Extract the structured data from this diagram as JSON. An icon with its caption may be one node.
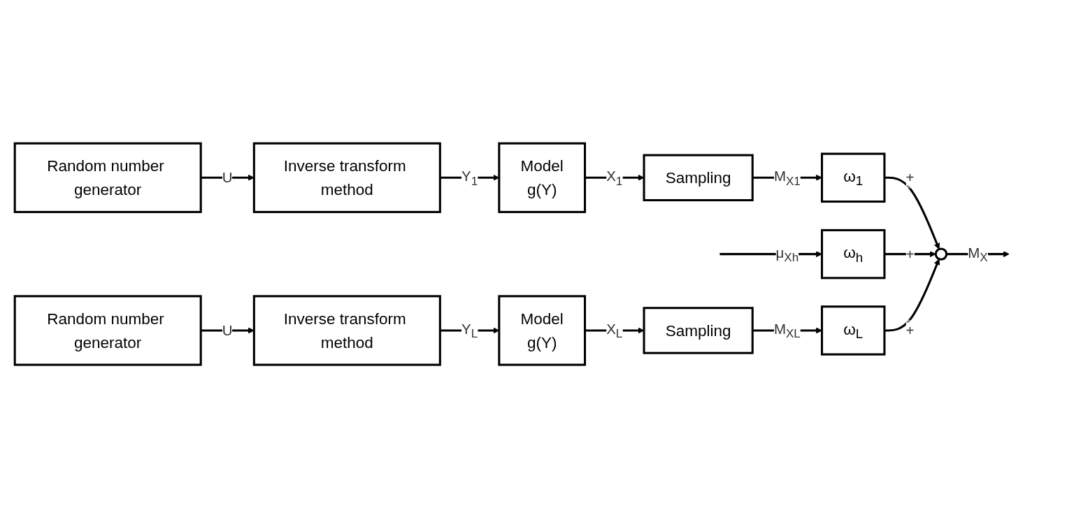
{
  "diagram": {
    "nodes": [
      {
        "text": [
          "Random number generator"
        ]
      },
      {
        "text": [
          "Inverse transform method"
        ]
      },
      {
        "text": [
          "Model",
          "g(Y)"
        ]
      },
      {
        "text": [
          "Sampling"
        ]
      },
      {
        "text": [
          "ω$_{1}$"
        ]
      },
      {
        "text": [],
        "shape": "circle"
      },
      {
        "text": [
          "ω$_{h}$"
        ]
      },
      {
        "text": [
          "Random number generator"
        ]
      },
      {
        "text": [
          "Inverse transform method"
        ]
      },
      {
        "text": [
          "Model",
          "g(Y)"
        ]
      },
      {
        "text": [
          "Sampling"
        ]
      },
      {
        "text": [
          "ω$_{L}$"
        ]
      }
    ],
    "edges": [
      {
        "from": 0,
        "to": 1,
        "arrow": "to",
        "label": "U"
      },
      {
        "from": 1,
        "to": 2,
        "arrow": "to",
        "label": "Y$_{1}$"
      },
      {
        "from": 2,
        "to": 3,
        "arrow": "to",
        "label": "X$_{1}$"
      },
      {
        "from": 3,
        "to": 4,
        "arrow": "to",
        "label": "M$_{X1}$"
      },
      {
        "from": 4,
        "to": 5,
        "arrow": "to",
        "label": "+"
      },
      {
        "from": null,
        "to": 6,
        "arrow": "to",
        "label": "μ$_{Xh}$"
      },
      {
        "from": 6,
        "to": 5,
        "arrow": "to",
        "label": "+"
      },
      {
        "from": 5,
        "to": null,
        "arrow": "to",
        "label": "M$_{X}$"
      },
      {
        "from": 7,
        "to": 8,
        "arrow": "to",
        "label": "U"
      },
      {
        "from": 8,
        "to": 9,
        "arrow": "to",
        "label": "Y$_{L}$"
      },
      {
        "from": 9,
        "to": 10,
        "arrow": "to",
        "label": "X$_{L}$"
      },
      {
        "from": 10,
        "to": 11,
        "arrow": "to",
        "label": "M$_{XL}$"
      },
      {
        "from": 11,
        "to": 5,
        "arrow": "to",
        "label": "+"
      }
    ]
  }
}
